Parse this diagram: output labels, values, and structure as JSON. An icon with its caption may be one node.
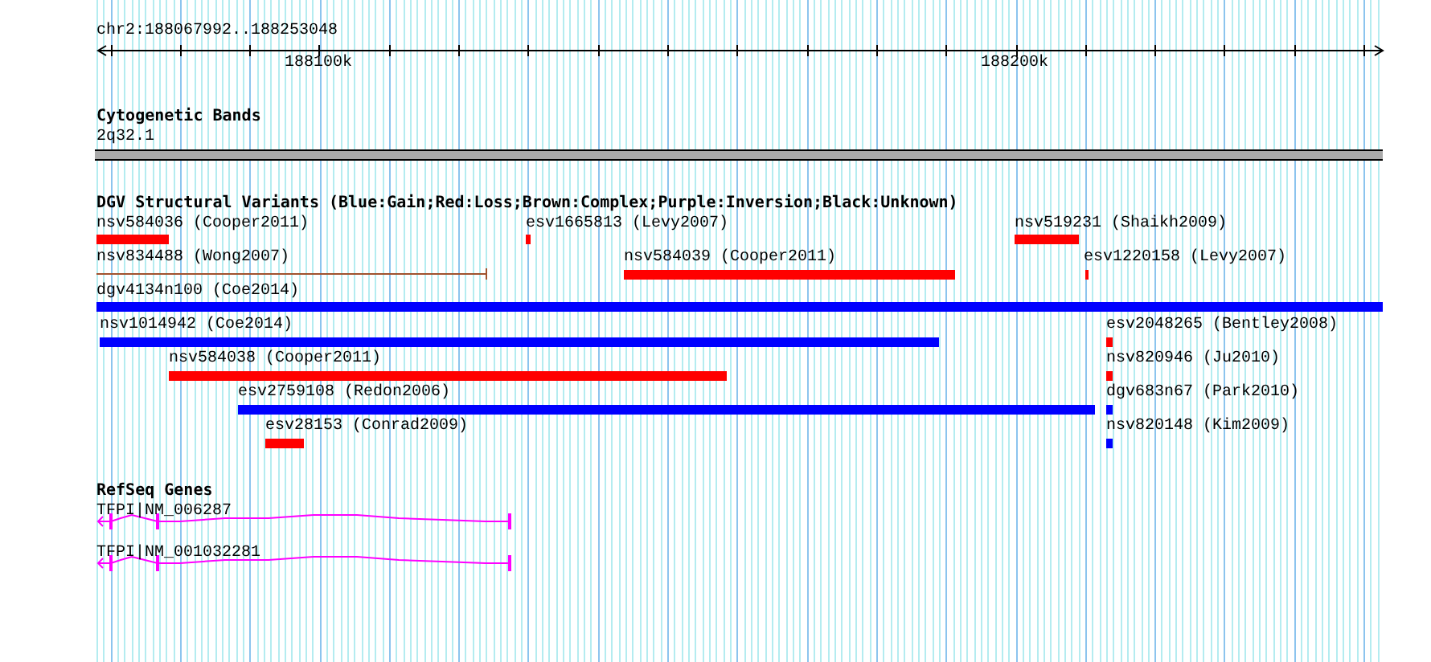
{
  "diagram": {
    "labels": [
      "chr2:188067992..188253048",
      "188100k",
      "188200k",
      "Cytogenetic Bands",
      "2q32.1",
      "DGV Structural Variants (Blue:Gain;Red:Loss;Brown:Complex;Purple:Inversion;Black:Unknown)",
      "nsv584036 (Cooper2011)",
      "esv1665813 (Levy2007)",
      "nsv519231 (Shaikh2009)",
      "nsv834488 (Wong2007)",
      "nsv584039 (Cooper2011)",
      "esv1220158 (Levy2007)",
      "dgv4134n100 (Coe2014)",
      "nsv1014942 (Coe2014)",
      "esv2048265 (Bentley2008)",
      "nsv584038 (Cooper2011)",
      "nsv820946 (Ju2010)",
      "esv2759108 (Redon2006)",
      "dgv683n67 (Park2010)",
      "esv28153 (Conrad2009)",
      "nsv820148 (Kim2009)",
      "RefSeq Genes",
      "TFPI|NM_006287",
      "TFPI|NM_001032281"
    ]
  }
}
